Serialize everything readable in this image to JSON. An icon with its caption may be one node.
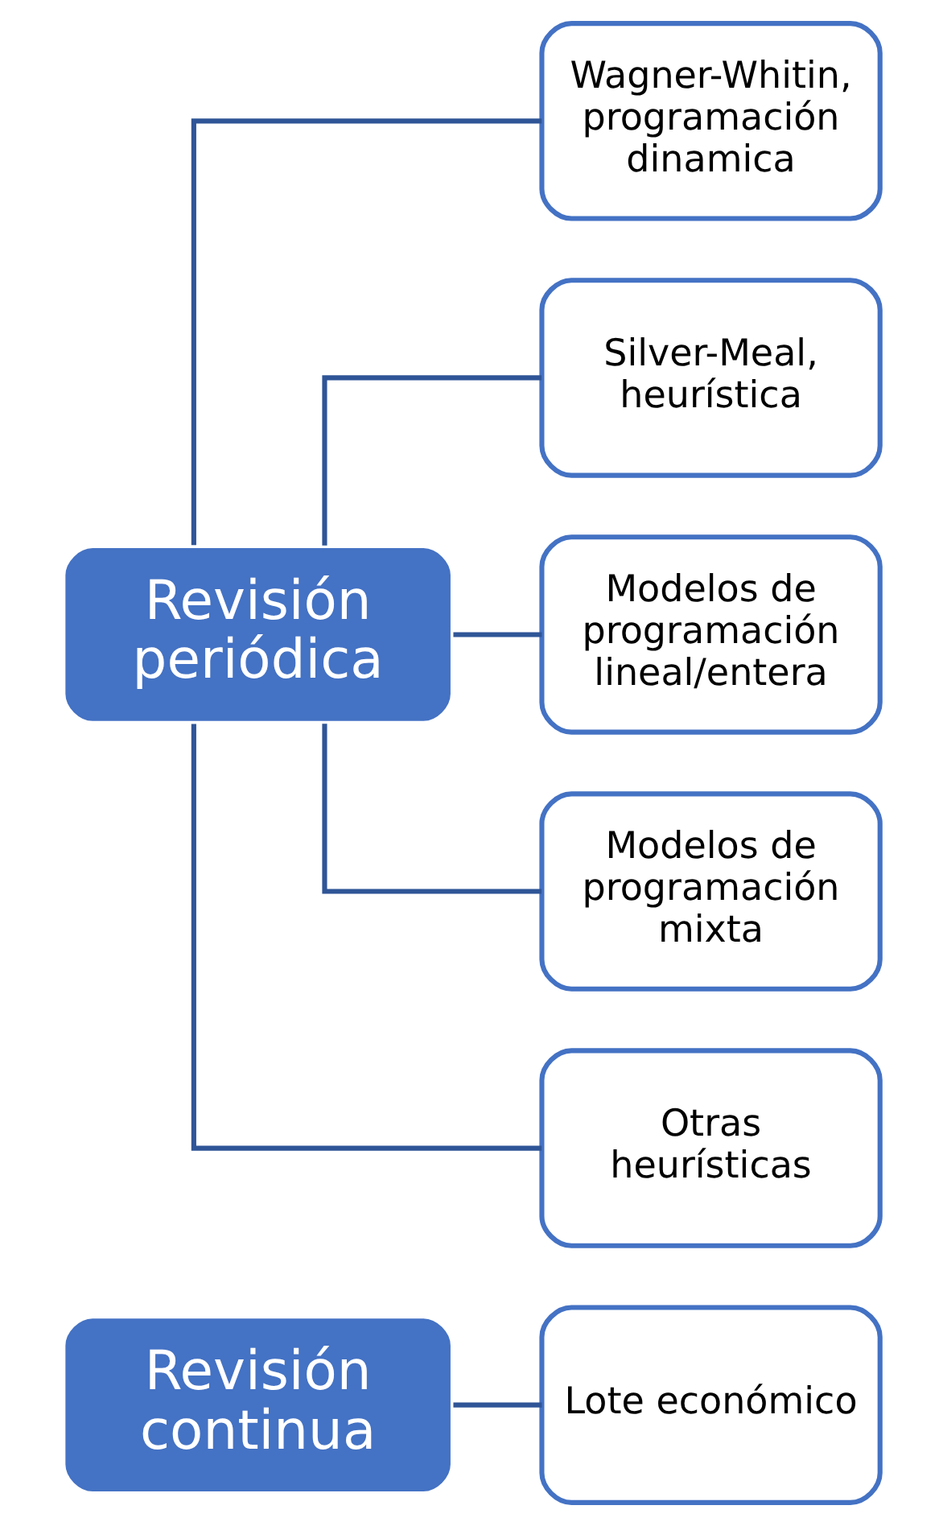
{
  "diagram": {
    "nodes": [
      {
        "text": [
          "Revisión continua"
        ]
      },
      {
        "text": [
          "Lote económico"
        ]
      },
      {
        "text": [
          "Revisión periódica"
        ]
      },
      {
        "text": [
          "Wagner-Whitin, programación dinamica"
        ]
      },
      {
        "text": [
          "Silver-Meal, heurística"
        ]
      },
      {
        "text": [
          "Modelos de programación lineal/entera"
        ]
      },
      {
        "text": [
          "Modelos de programación mixta"
        ]
      },
      {
        "text": [
          "Otras heurísticas"
        ]
      }
    ],
    "edges": [
      {
        "from": 0,
        "to": 1,
        "arrow": "none"
      },
      {
        "from": 2,
        "to": 3,
        "arrow": "none"
      },
      {
        "from": 2,
        "to": 4,
        "arrow": "none"
      },
      {
        "from": 2,
        "to": 5,
        "arrow": "none"
      },
      {
        "from": 2,
        "to": 6,
        "arrow": "none"
      },
      {
        "from": 2,
        "to": 7,
        "arrow": "none"
      }
    ]
  }
}
